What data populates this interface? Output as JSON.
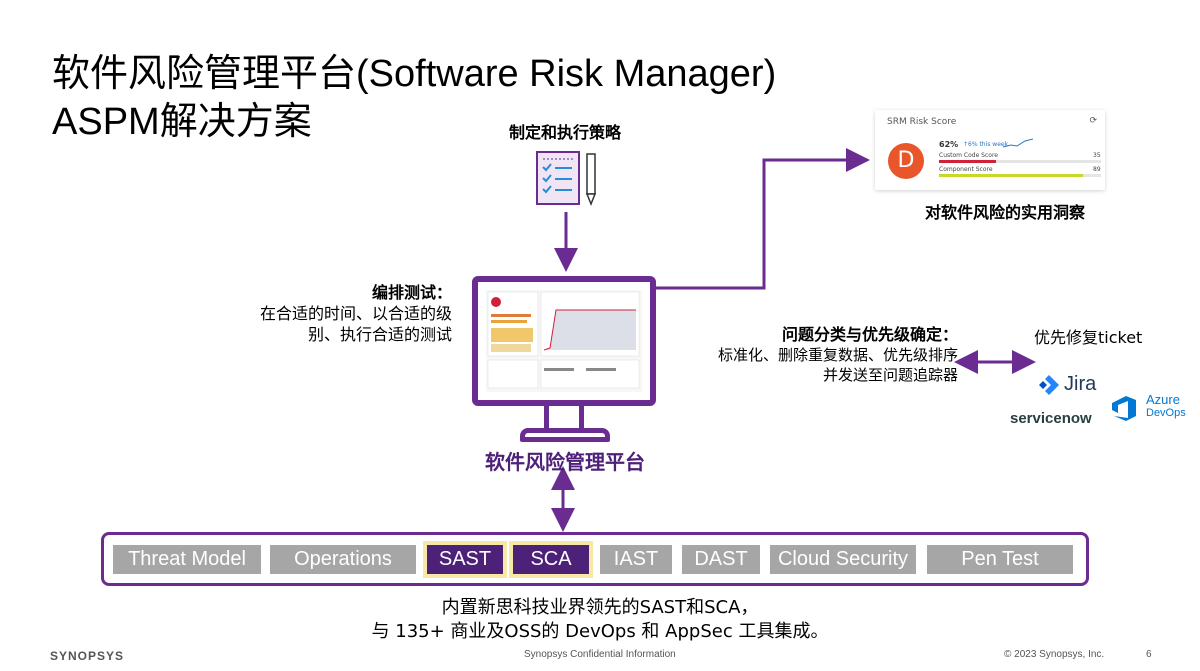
{
  "title": {
    "line1": "软件风险管理平台(Software Risk Manager)",
    "line2": "ASPM解决方案"
  },
  "policy": {
    "label": "制定和执行策略"
  },
  "orchestration": {
    "heading": "编排测试：",
    "line1": "在合适的时间、以合适的级",
    "line2": "别、执行合适的测试"
  },
  "platform": {
    "label": "软件风险管理平台"
  },
  "insight": {
    "label": "对软件风险的实用洞察"
  },
  "risk_card": {
    "header": "SRM Risk Score",
    "grade": "D",
    "percent": "62%",
    "trend": "↑6% this week",
    "metrics": [
      {
        "label": "Custom Code Score",
        "value": "35",
        "fraction": 0.35,
        "color": "#d21f3c"
      },
      {
        "label": "Component Score",
        "value": "89",
        "fraction": 0.89,
        "color": "#c6d92b"
      }
    ]
  },
  "triage": {
    "heading": "问题分类与优先级确定：",
    "line1": "标准化、删除重复数据、优先级排序",
    "line2": "并发送至问题追踪器"
  },
  "tickets": {
    "label": "优先修复ticket",
    "jira": "Jira",
    "servicenow": "servicenow",
    "azure_line1": "Azure",
    "azure_line2": "DevOps"
  },
  "pipeline": [
    {
      "label": "Threat Model",
      "active": false
    },
    {
      "label": "Operations",
      "active": false
    },
    {
      "label": "SAST",
      "active": true
    },
    {
      "label": "SCA",
      "active": true
    },
    {
      "label": "IAST",
      "active": false
    },
    {
      "label": "DAST",
      "active": false
    },
    {
      "label": "Cloud Security",
      "active": false
    },
    {
      "label": "Pen Test",
      "active": false
    }
  ],
  "caption": {
    "line1": "内置新思科技业界领先的SAST和SCA，",
    "line2": "与 135+ 商业及OSS的 DevOps 和 AppSec 工具集成。"
  },
  "footer": {
    "brand": "SYNOPSYS",
    "confidential": "Synopsys Confidential Information",
    "copyright": "© 2023 Synopsys, Inc.",
    "page": "6"
  },
  "colors": {
    "accent": "#6a2c91",
    "pill": "#a6a6a6",
    "pill_active": "#4e2179",
    "grade": "#e8562a"
  }
}
